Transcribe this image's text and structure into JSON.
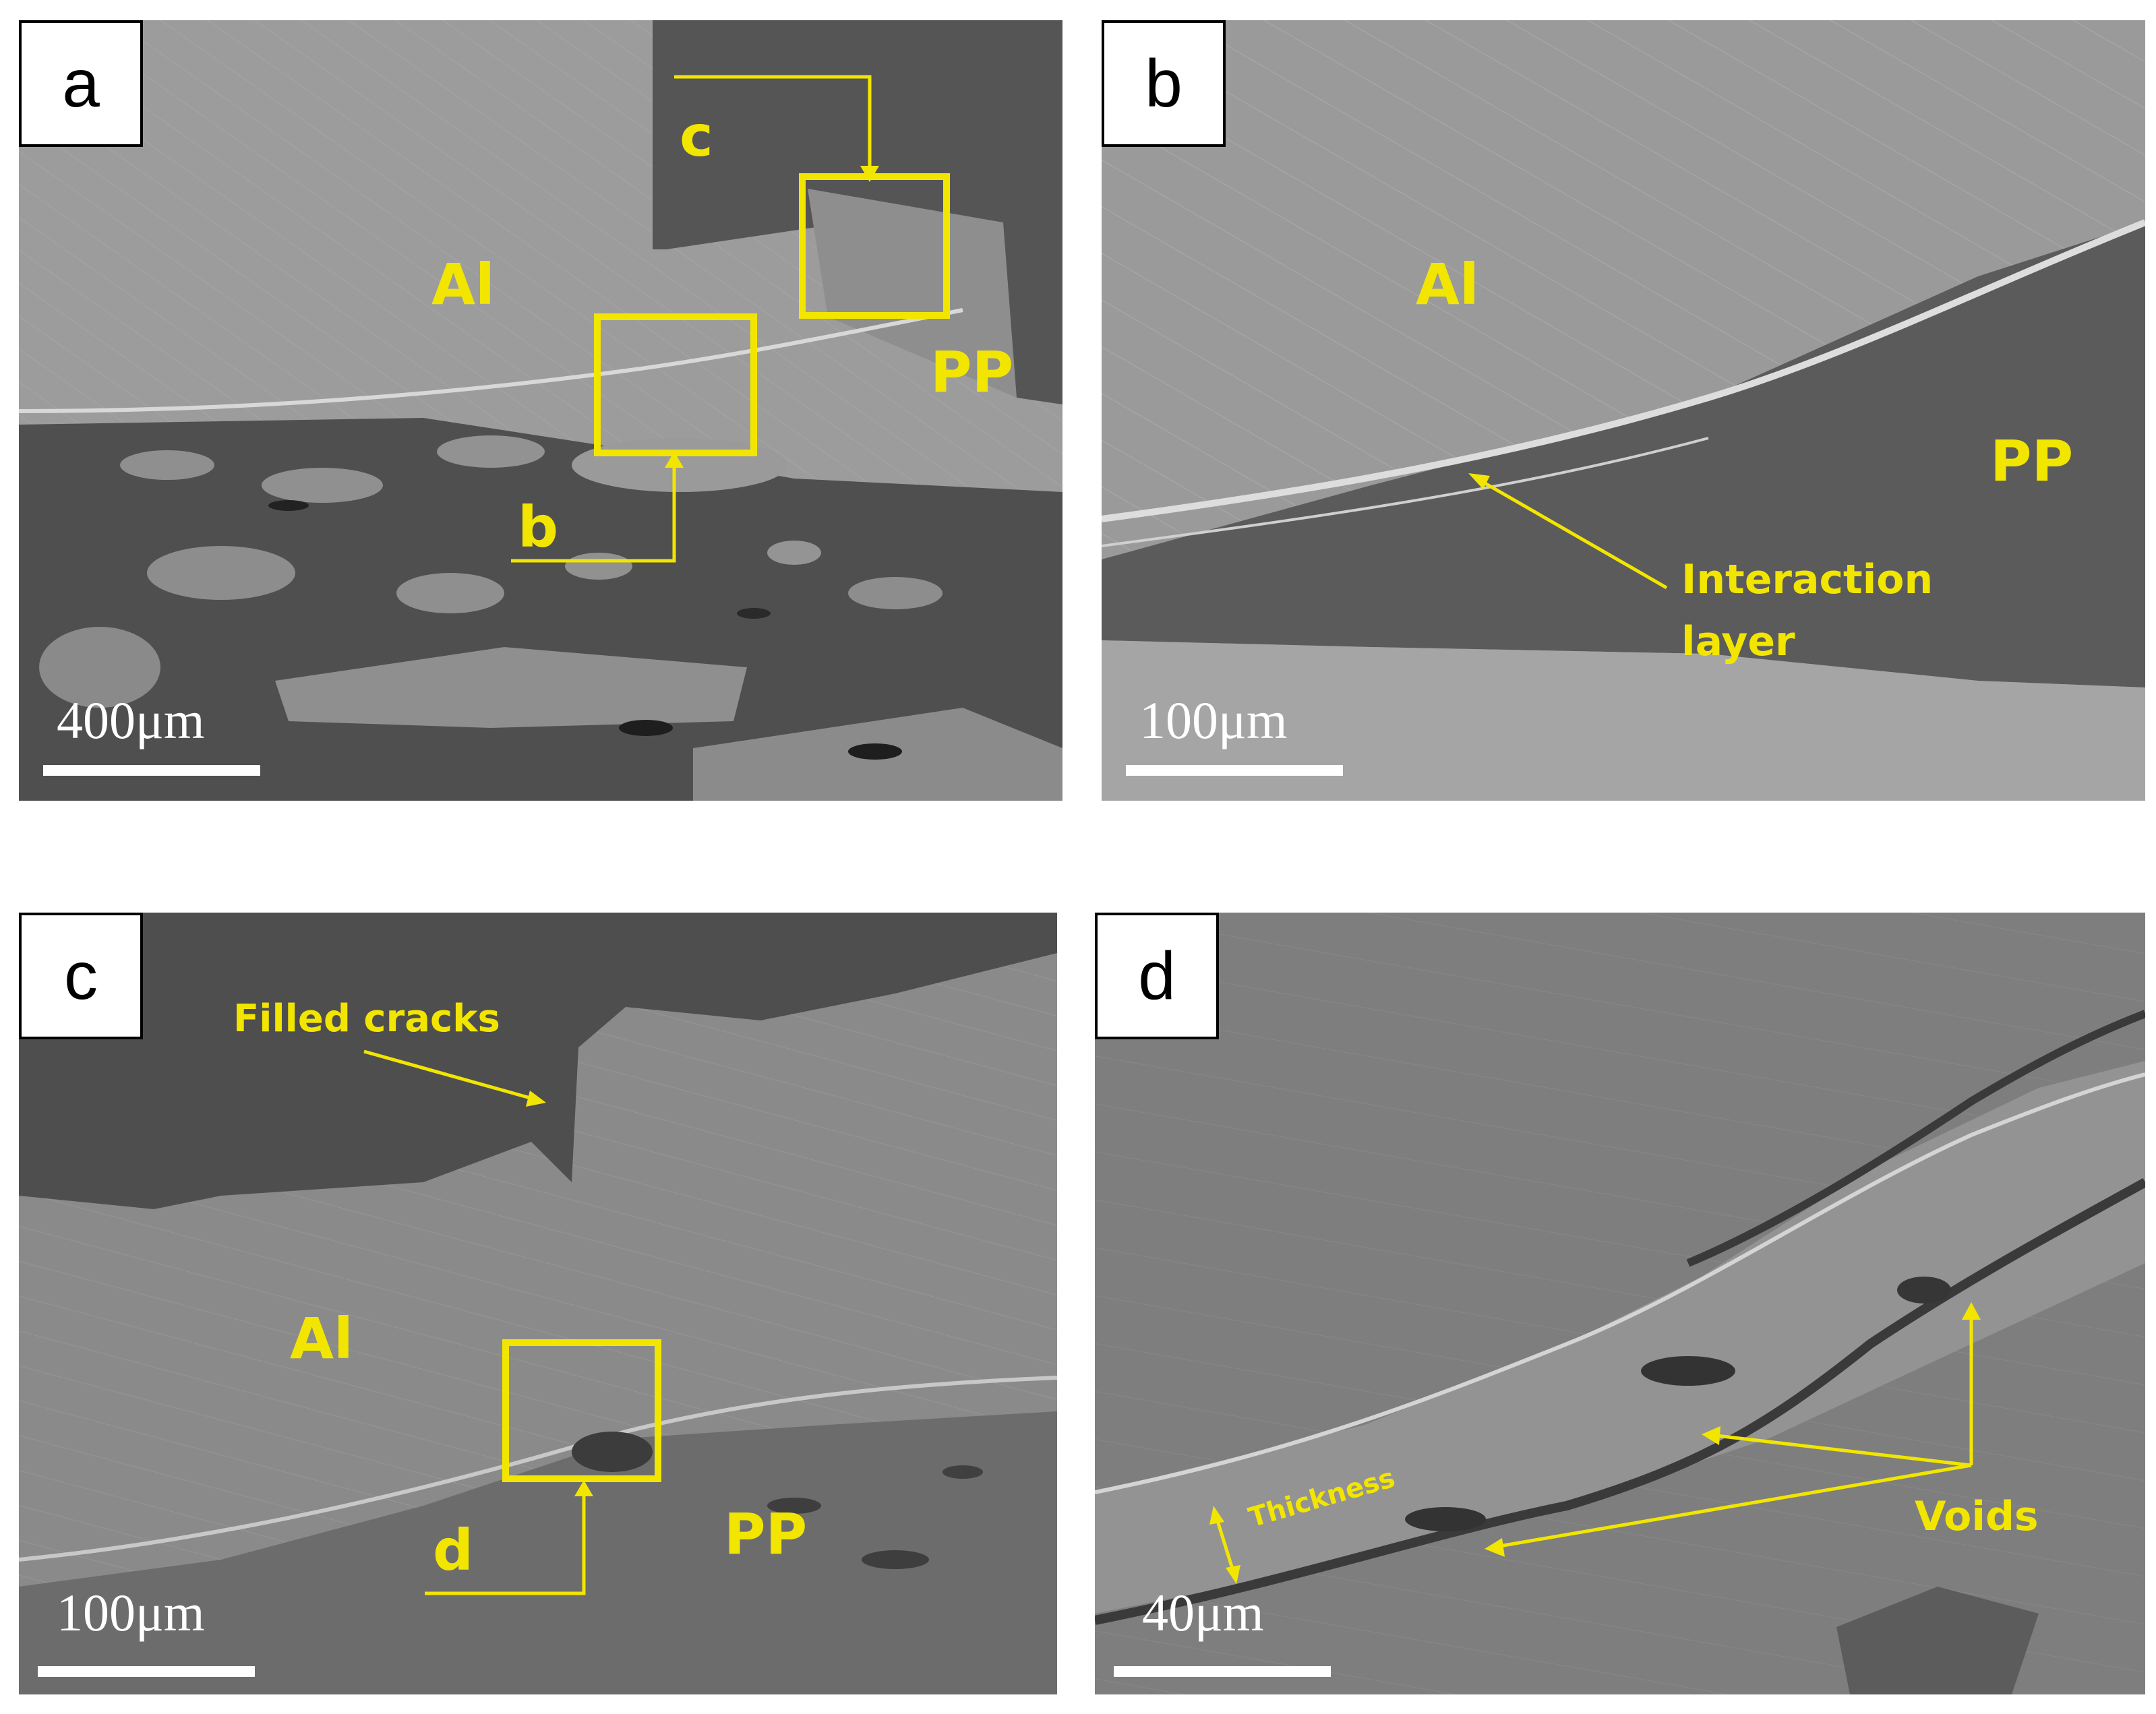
{
  "panels": [
    {
      "letter": "a",
      "scale": "400μm",
      "labels": {
        "al": "Al",
        "pp": "PP",
        "ref_c": "c",
        "ref_b": "b"
      }
    },
    {
      "letter": "b",
      "scale": "100μm",
      "labels": {
        "al": "Al",
        "pp": "PP",
        "interaction_1": "Interaction",
        "interaction_2": "layer"
      }
    },
    {
      "letter": "c",
      "scale": "100μm",
      "labels": {
        "al": "Al",
        "pp": "PP",
        "filled_cracks": "Filled cracks",
        "ref_d": "d"
      }
    },
    {
      "letter": "d",
      "scale": "40μm",
      "labels": {
        "thickness": "Thickness",
        "voids": "Voids"
      }
    }
  ],
  "colors": {
    "annotation": "#f2e600",
    "light_phase": "#9a9a9a",
    "dark_phase": "#4e4e4e"
  }
}
